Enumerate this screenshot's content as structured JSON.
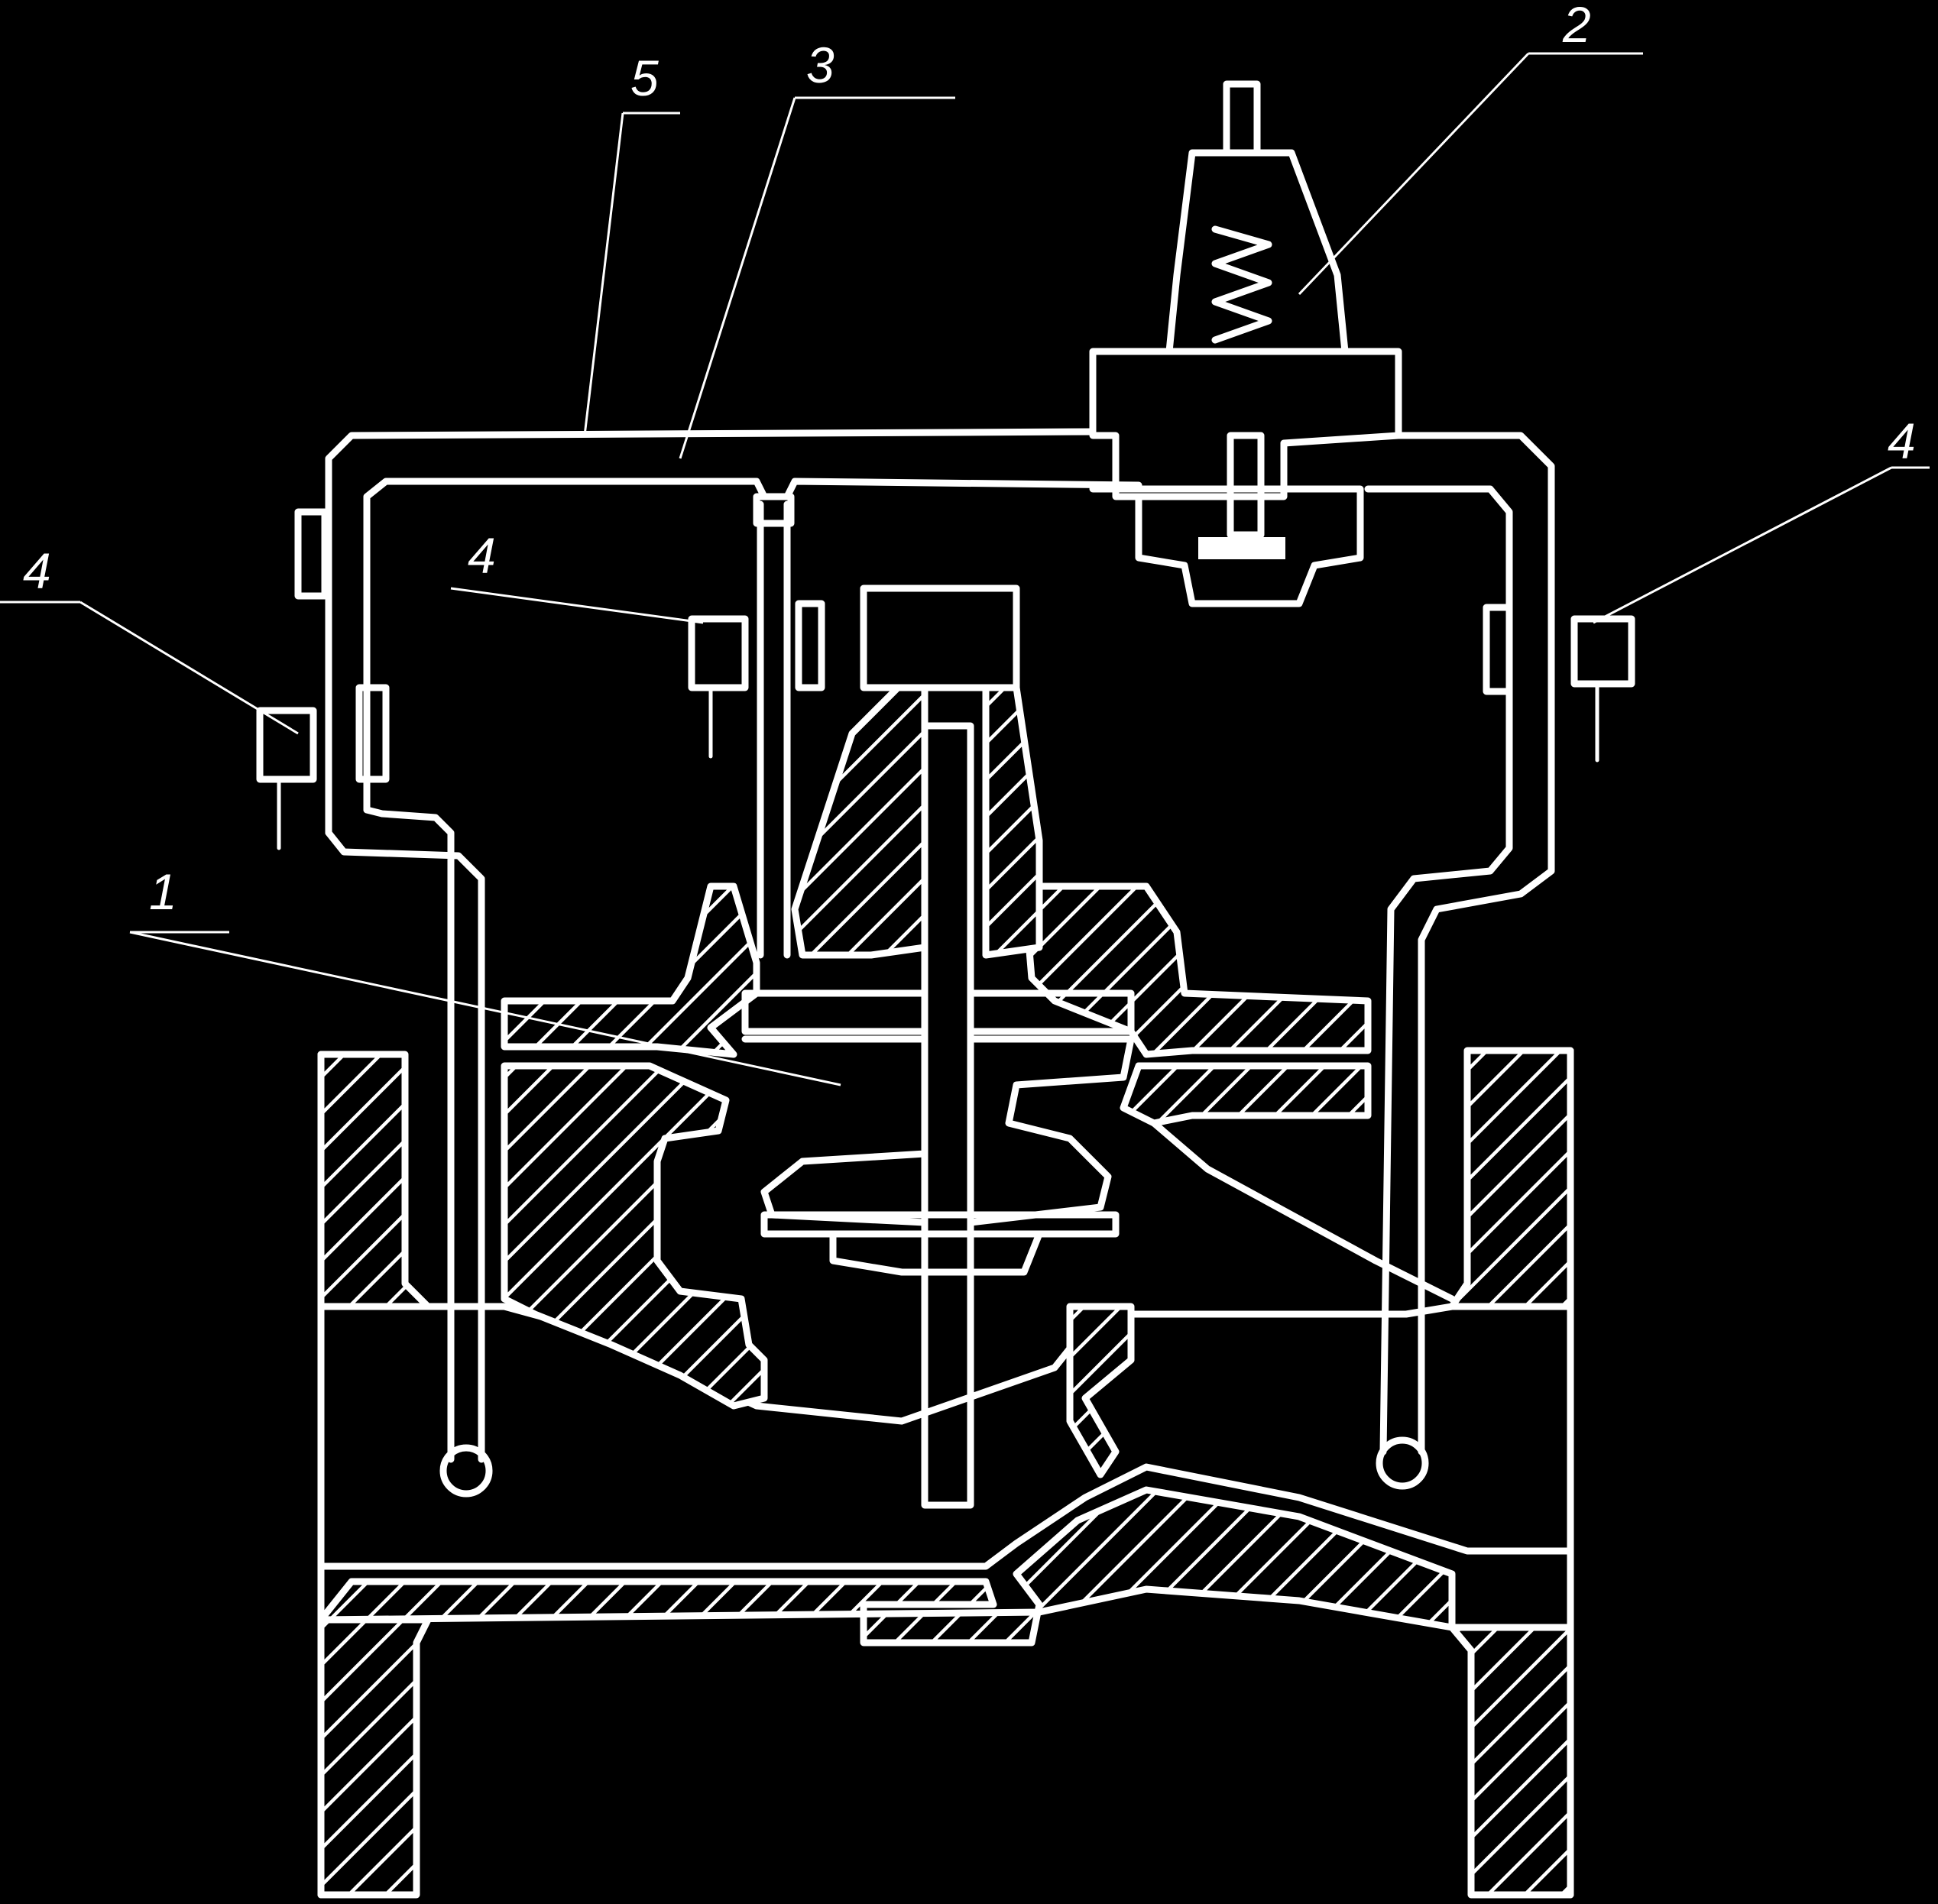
{
  "labels": {
    "valve_disc": "1",
    "pilot": "2",
    "control_line": "3",
    "cock_left": "4",
    "cock_inner": "4",
    "cock_right": "4",
    "bypass_pipe": "5"
  },
  "colors": {
    "background": "#000000",
    "line": "#ffffff"
  }
}
